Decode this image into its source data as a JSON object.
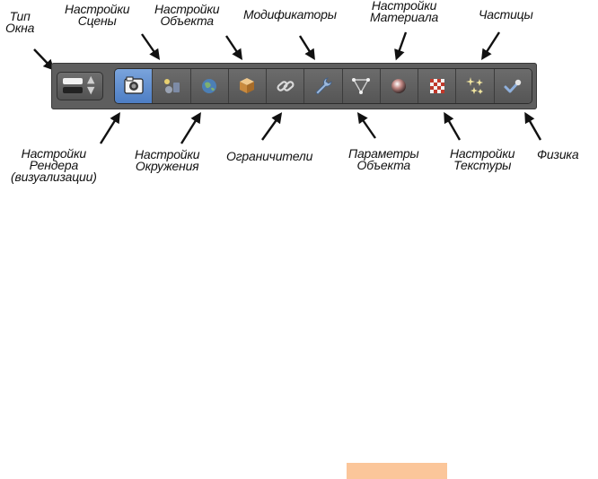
{
  "toolbar": {
    "window_type_button": {
      "icon": "editor-type-icon"
    },
    "active_tab": "render",
    "tabs": [
      {
        "id": "render",
        "icon": "camera-icon",
        "active": true
      },
      {
        "id": "scene",
        "icon": "scene-icon"
      },
      {
        "id": "world",
        "icon": "world-icon"
      },
      {
        "id": "object",
        "icon": "object-cube-icon"
      },
      {
        "id": "constraints",
        "icon": "chain-link-icon"
      },
      {
        "id": "modifiers",
        "icon": "wrench-icon"
      },
      {
        "id": "object_data",
        "icon": "mesh-triangle-icon"
      },
      {
        "id": "material",
        "icon": "material-sphere-icon"
      },
      {
        "id": "texture",
        "icon": "checker-texture-icon"
      },
      {
        "id": "particles",
        "icon": "particles-sparkle-icon"
      },
      {
        "id": "physics",
        "icon": "physics-icon"
      }
    ]
  },
  "labels": {
    "window_type": "Тип\nОкна",
    "scene": "Настройки\nСцены",
    "object": "Настройки\nОбъекта",
    "modifiers": "Модификаторы",
    "material": "Настройки\nМатериала",
    "particles": "Частицы",
    "render": "Настройки\nРендера\n(визуализации)",
    "world": "Настройки\nОкружения",
    "constraints": "Ограничители",
    "object_data": "Параметры\nОбъекта",
    "texture": "Настройки\nТекстуры",
    "physics": "Физика"
  },
  "colors": {
    "panel": "#5e5e5e",
    "active_tab": "#5a8ad0",
    "bottom_bar": "#fbc69a"
  }
}
